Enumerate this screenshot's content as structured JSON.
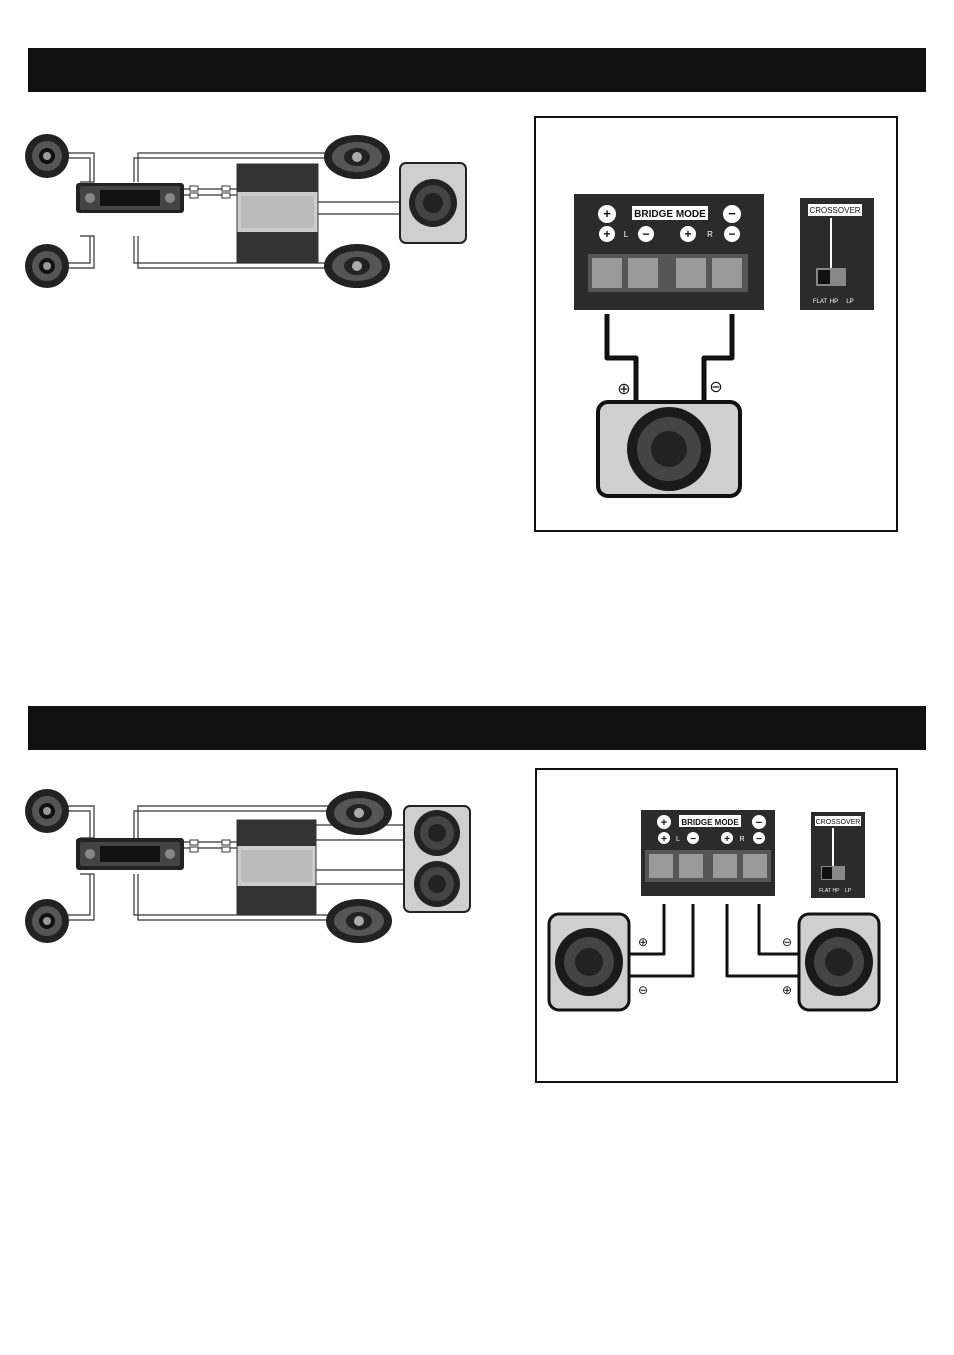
{
  "section1": {
    "terminal_block": {
      "bridge_label": "BRIDGE MODE",
      "left_label": "L",
      "right_label": "R",
      "plus_symbol": "+",
      "minus_symbol": "−"
    },
    "crossover": {
      "label": "CROSSOVER",
      "positions": [
        "FLAT",
        "HP",
        "LP"
      ]
    },
    "wire_plus_symbol": "⊕",
    "wire_minus_symbol": "⊖"
  },
  "section2": {
    "terminal_block": {
      "bridge_label": "BRIDGE MODE",
      "left_label": "L",
      "right_label": "R",
      "plus_symbol": "+",
      "minus_symbol": "−"
    },
    "crossover": {
      "label": "CROSSOVER",
      "positions": [
        "FLAT",
        "HP",
        "LP"
      ]
    },
    "left_plus_symbol": "⊕",
    "left_minus_symbol": "⊖",
    "right_minus_symbol": "⊖",
    "right_plus_symbol": "⊕"
  },
  "colors": {
    "bar": "#111111",
    "enclosure": "#cfcfcf",
    "terminal_block": "#2b2b2b",
    "wire": "#111111"
  }
}
